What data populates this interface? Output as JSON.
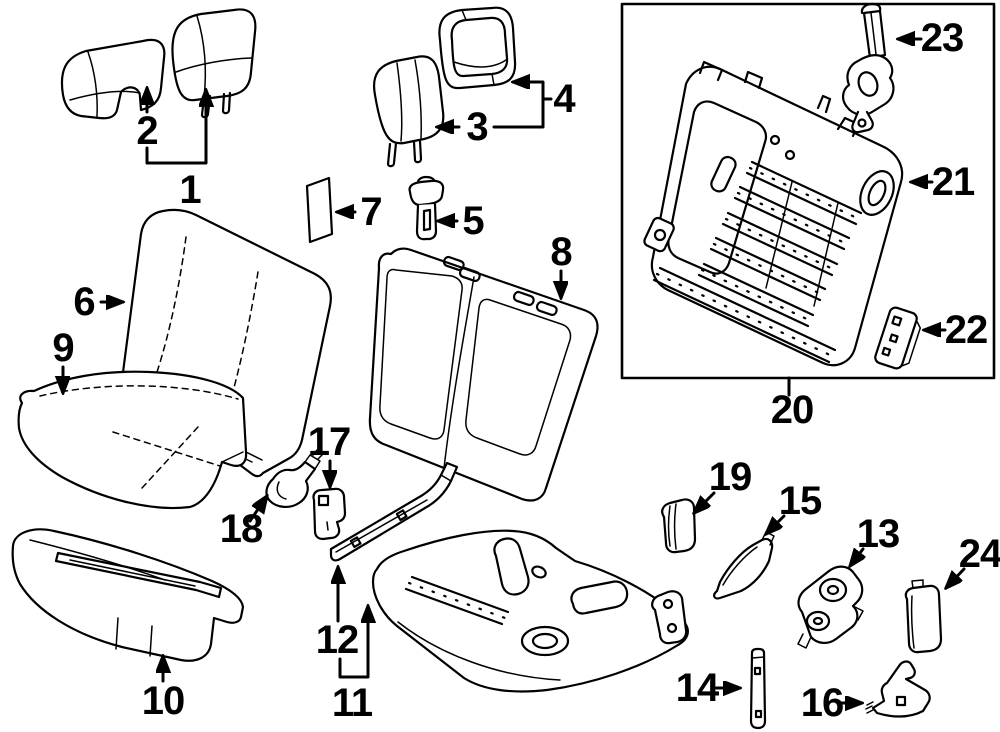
{
  "diagram": {
    "background": "#ffffff",
    "line_color": "#000000"
  },
  "callouts": [
    "1",
    "2",
    "3",
    "4",
    "5",
    "6",
    "7",
    "8",
    "9",
    "10",
    "11",
    "12",
    "13",
    "14",
    "15",
    "16",
    "17",
    "18",
    "19",
    "20",
    "21",
    "22",
    "23",
    "24"
  ]
}
